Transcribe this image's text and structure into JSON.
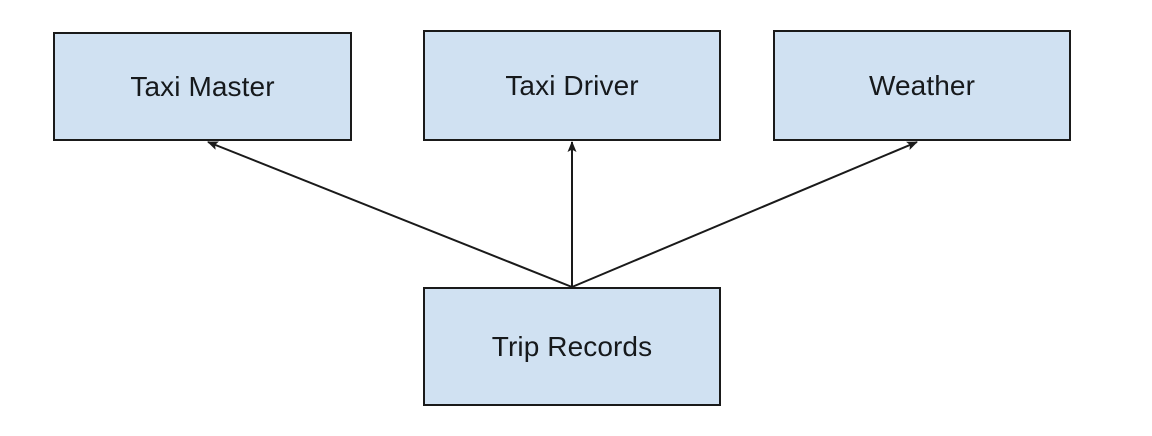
{
  "diagram": {
    "type": "entity-relationship-flow",
    "background_color": "#ffffff",
    "node_fill_color": "#d0e1f2",
    "node_border_color": "#1a1a1a",
    "edge_color": "#1a1a1a",
    "text_color": "#16191c",
    "nodes": [
      {
        "id": "taxi-master",
        "label": "Taxi Master"
      },
      {
        "id": "taxi-driver",
        "label": "Taxi Driver"
      },
      {
        "id": "weather",
        "label": "Weather"
      },
      {
        "id": "trip-records",
        "label": "Trip Records"
      }
    ],
    "edges": [
      {
        "id": "trip-records-to-taxi-master",
        "from": "trip-records",
        "to": "taxi-master",
        "arrowhead": "filled-triangle"
      },
      {
        "id": "trip-records-to-taxi-driver",
        "from": "trip-records",
        "to": "taxi-driver",
        "arrowhead": "filled-triangle"
      },
      {
        "id": "trip-records-to-weather",
        "from": "trip-records",
        "to": "weather",
        "arrowhead": "filled-triangle"
      }
    ]
  }
}
